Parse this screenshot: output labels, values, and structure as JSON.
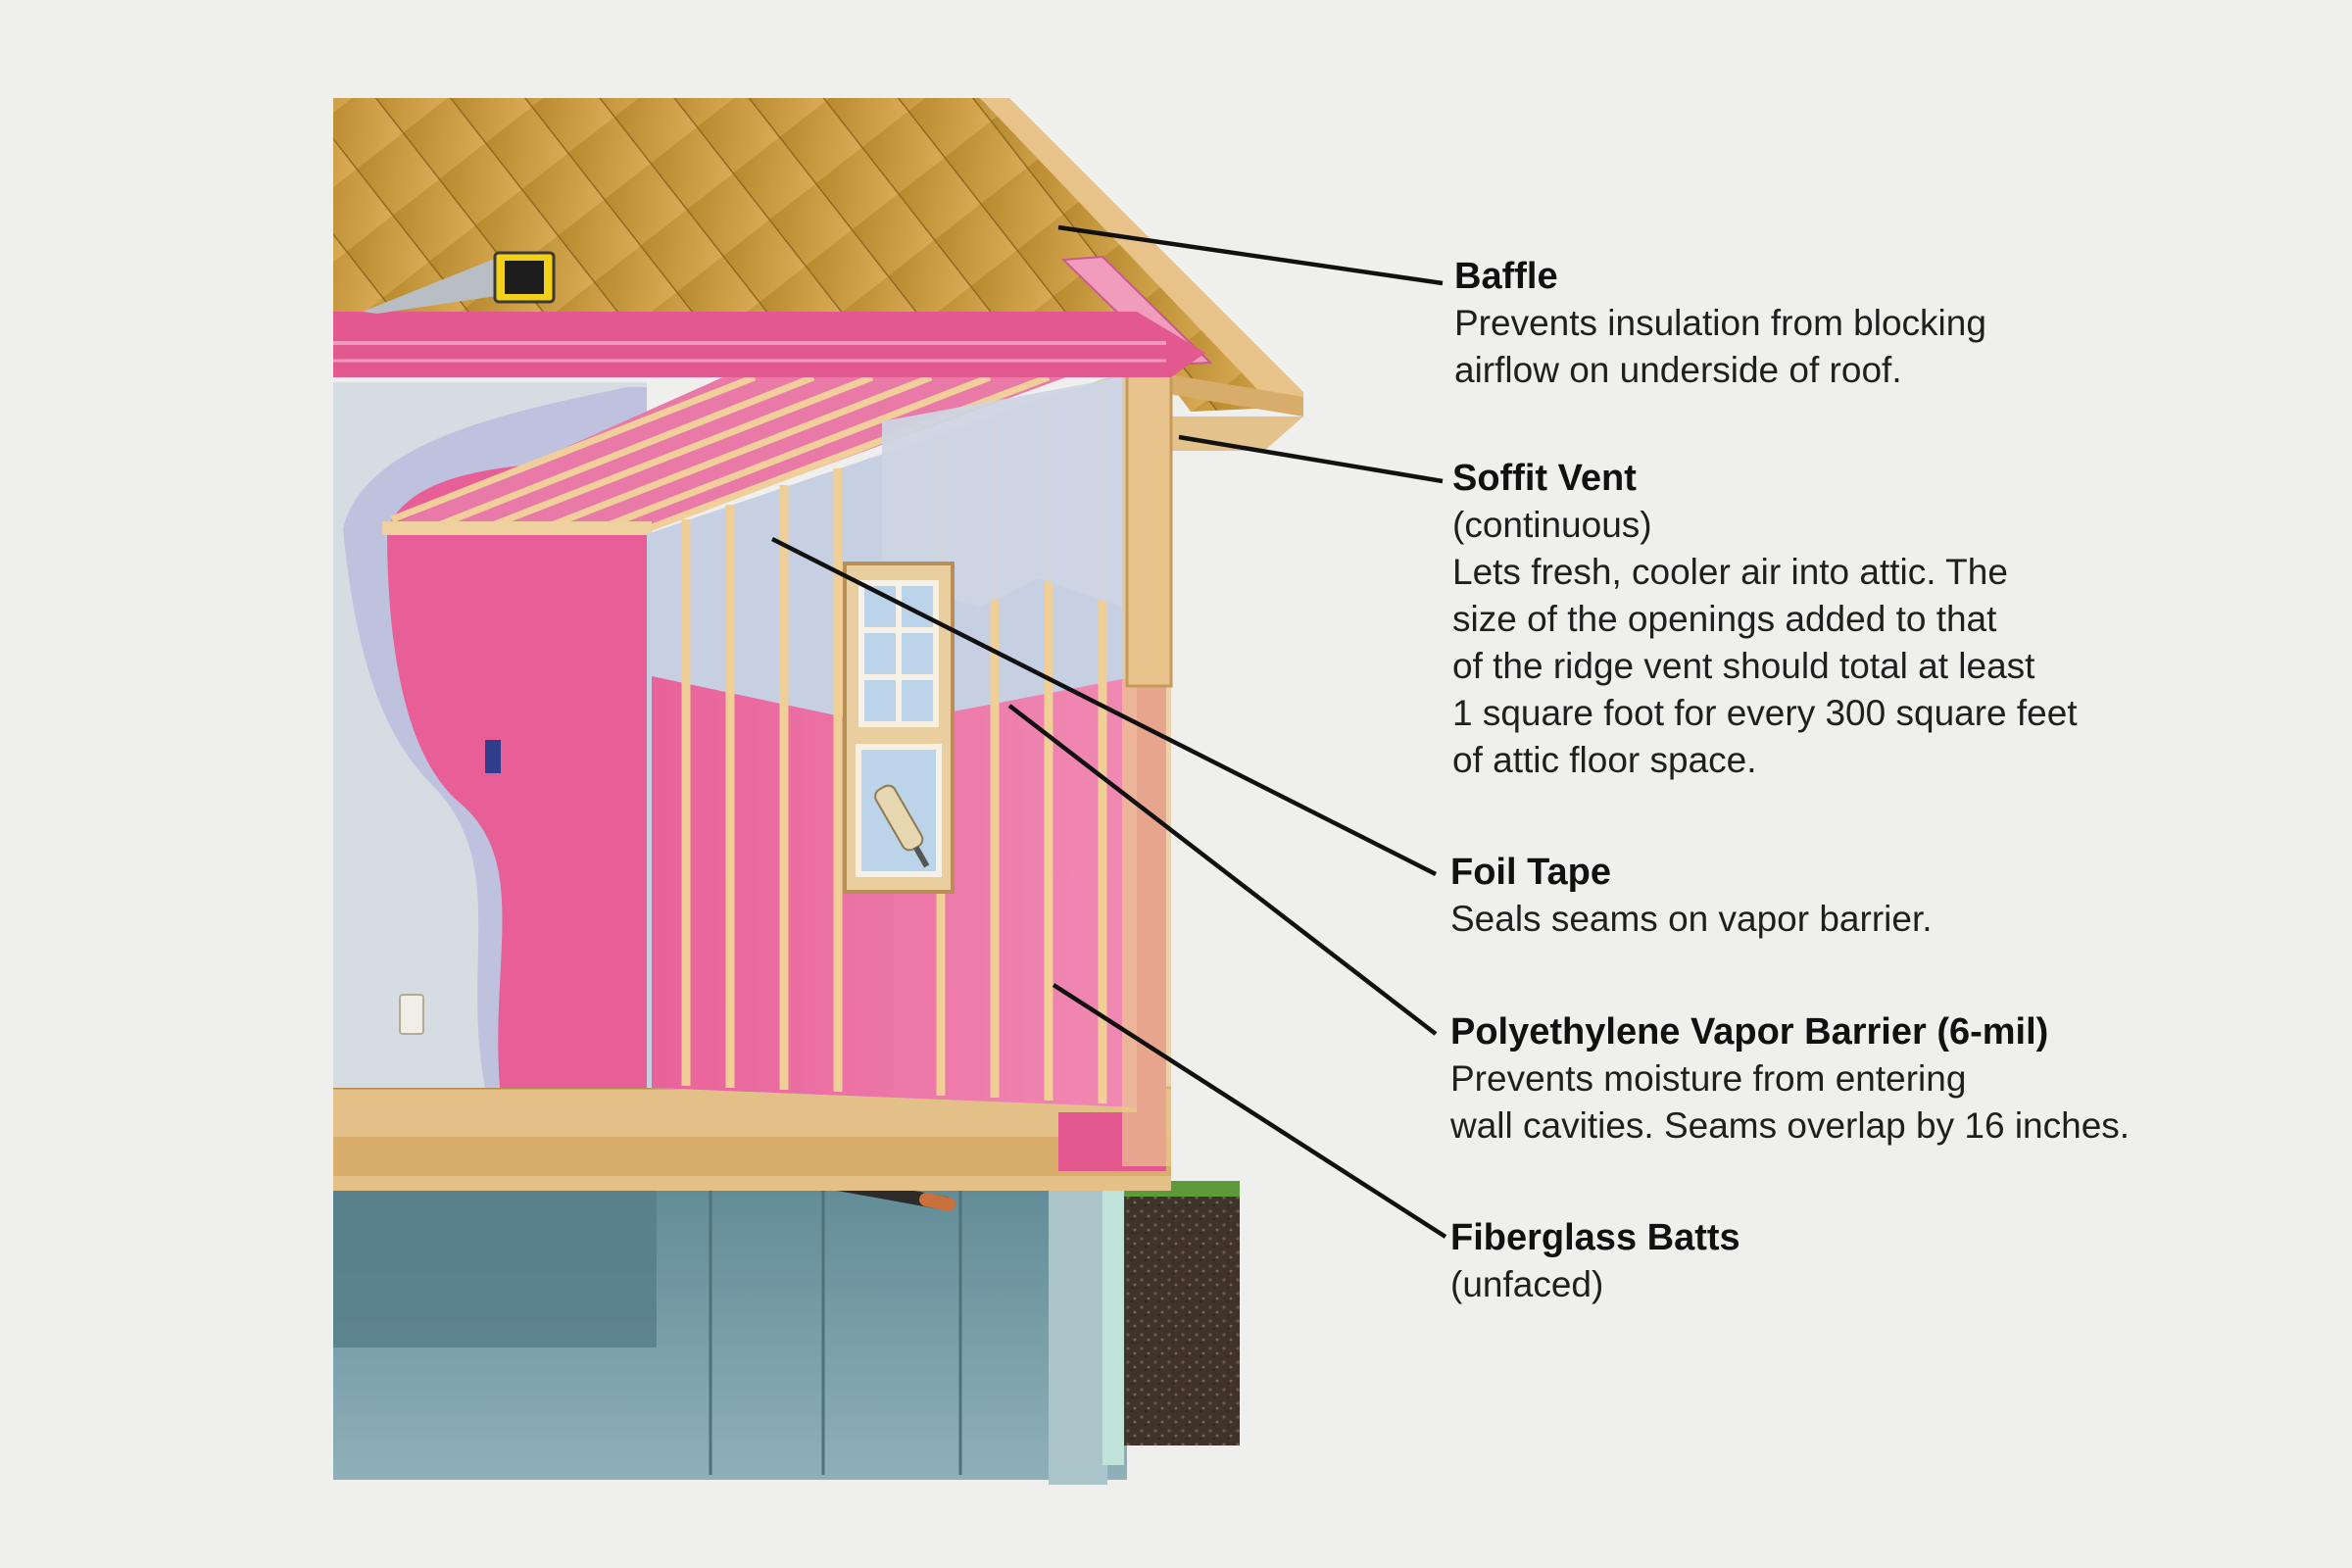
{
  "callouts": [
    {
      "id": "baffle",
      "title": "Baffle",
      "subtitle": "",
      "description_lines": [
        "Prevents insulation from blocking",
        "airflow on underside of roof."
      ]
    },
    {
      "id": "soffit-vent",
      "title": "Soffit Vent",
      "subtitle": "(continuous)",
      "description_lines": [
        "Lets fresh, cooler air into attic. The",
        "size of the openings added to that",
        "of the ridge vent should total at least",
        "1 square foot for every 300 square feet",
        "of attic floor space."
      ]
    },
    {
      "id": "foil-tape",
      "title": "Foil Tape",
      "subtitle": "",
      "description_lines": [
        "Seals seams on vapor barrier."
      ]
    },
    {
      "id": "vapor-barrier",
      "title": "Polyethylene Vapor Barrier (6-mil)",
      "subtitle": "",
      "description_lines": [
        "Prevents moisture from entering",
        "wall cavities. Seams overlap by 16 inches."
      ]
    },
    {
      "id": "fiberglass-batts",
      "title": "Fiberglass Batts",
      "subtitle": "(unfaced)",
      "description_lines": []
    }
  ],
  "colors": {
    "background": "#efefee",
    "insulation_pink": "#e3588f",
    "framing_wood": "#e8c48c",
    "roof_sheathing": "#c9993f",
    "vapor_barrier": "#c3cbe0",
    "basement_wall": "#6e959f",
    "leader_line": "#111111"
  }
}
